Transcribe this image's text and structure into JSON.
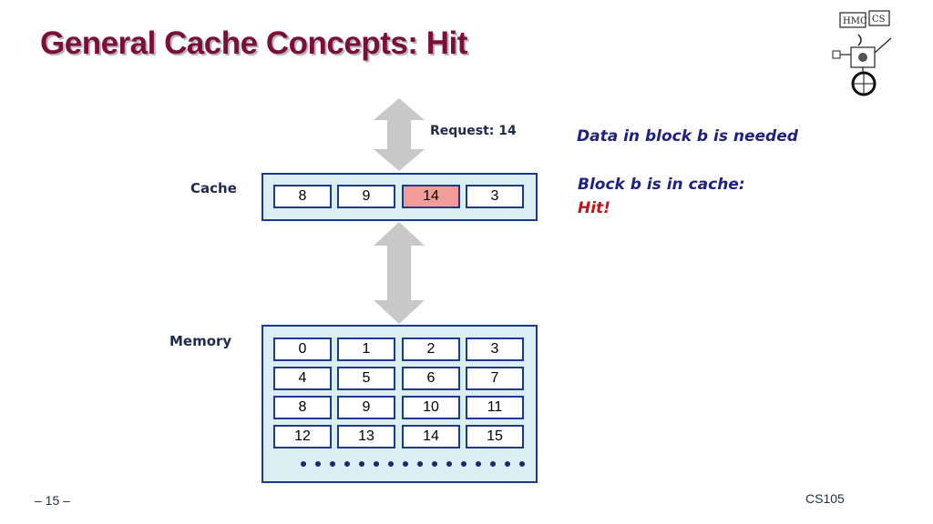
{
  "title": "General Cache Concepts: Hit",
  "request_label": "Request: 14",
  "cache_label": "Cache",
  "memory_label": "Memory",
  "cache_blocks": [
    "8",
    "9",
    "14",
    "3"
  ],
  "memory_rows": [
    [
      "0",
      "1",
      "2",
      "3"
    ],
    [
      "4",
      "5",
      "6",
      "7"
    ],
    [
      "8",
      "9",
      "10",
      "11"
    ],
    [
      "12",
      "13",
      "14",
      "15"
    ]
  ],
  "notes": {
    "line1": "Data in block b is needed",
    "line2": "Block b is in cache:",
    "line3": "Hit!"
  },
  "logo_text": "HMC CS",
  "page_number": "– 15 –",
  "course": "CS105",
  "colors": {
    "title": "#7a0f3a",
    "panel": "#dbeef3",
    "border": "#1a3b8c",
    "hit_block": "#f29b9b",
    "arrow": "#c8c8c8",
    "hit_text": "#c0161b"
  }
}
